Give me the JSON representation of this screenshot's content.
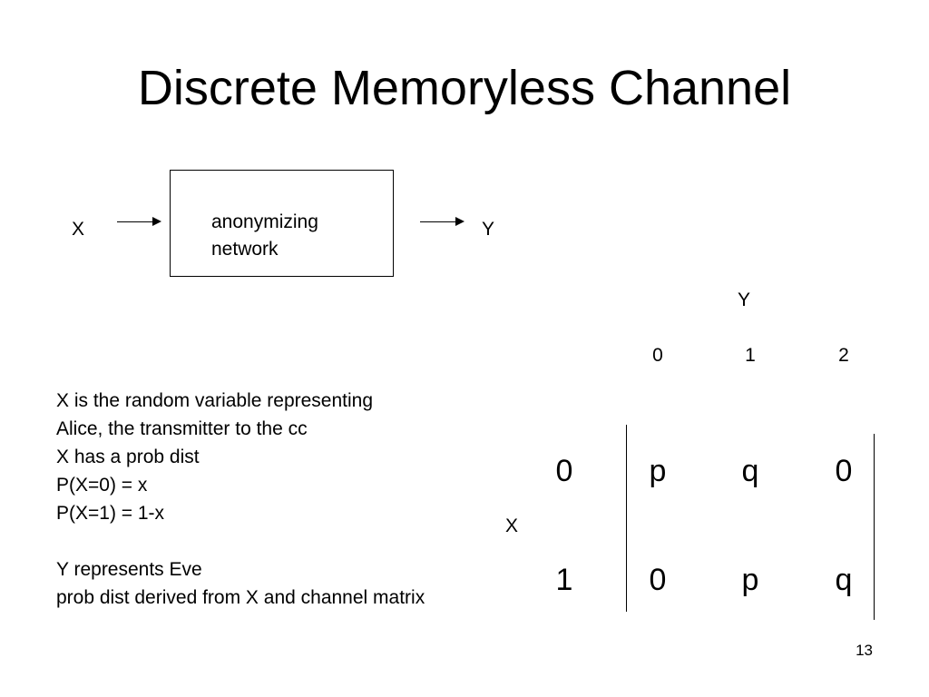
{
  "slide": {
    "title": "Discrete Memoryless Channel",
    "page_number": "13"
  },
  "diagram": {
    "input_label": "X",
    "box_label": "anonymizing\nnetwork",
    "output_label": "Y"
  },
  "matrix": {
    "column_axis_label": "Y",
    "row_axis_label": "X",
    "column_headers": [
      "0",
      "1",
      "2"
    ],
    "row_headers": [
      "0",
      "1"
    ],
    "rows": [
      [
        "p",
        "q",
        "0"
      ],
      [
        "0",
        "p",
        "q"
      ]
    ]
  },
  "description": {
    "lines": [
      "X is the random variable representing",
      "Alice, the transmitter to the cc",
      "X has a prob dist",
      "P(X=0) = x",
      "P(X=1) = 1-x",
      "",
      "Y represents Eve",
      "prob dist derived from X and channel matrix"
    ]
  }
}
